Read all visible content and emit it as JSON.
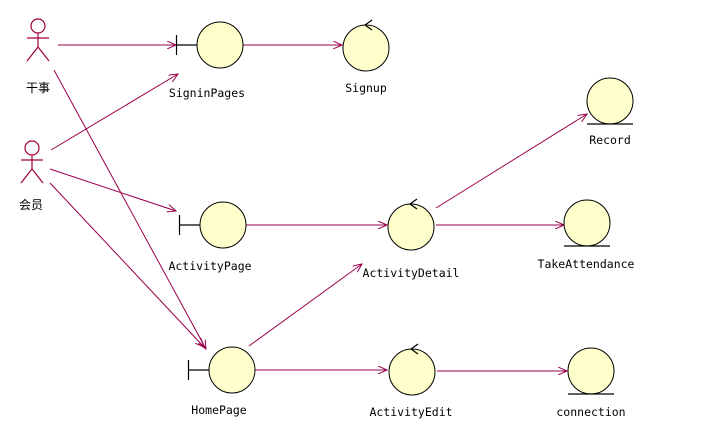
{
  "diagram": {
    "actors": [
      {
        "id": "ganshi",
        "label": "干事"
      },
      {
        "id": "huiyuan",
        "label": "会员"
      }
    ],
    "nodes": [
      {
        "id": "SigninPages",
        "label": "SigninPages",
        "kind": "boundary"
      },
      {
        "id": "Signup",
        "label": "Signup",
        "kind": "control"
      },
      {
        "id": "ActivityPage",
        "label": "ActivityPage",
        "kind": "boundary"
      },
      {
        "id": "ActivityDetail",
        "label": "ActivityDetail",
        "kind": "control"
      },
      {
        "id": "Record",
        "label": "Record",
        "kind": "entity"
      },
      {
        "id": "TakeAttendance",
        "label": "TakeAttendance",
        "kind": "entity"
      },
      {
        "id": "HomePage",
        "label": "HomePage",
        "kind": "boundary"
      },
      {
        "id": "ActivityEdit",
        "label": "ActivityEdit",
        "kind": "control"
      },
      {
        "id": "connection",
        "label": "connection",
        "kind": "entity"
      }
    ],
    "edges": [
      {
        "from": "ganshi",
        "to": "SigninPages"
      },
      {
        "from": "ganshi",
        "to": "HomePage"
      },
      {
        "from": "huiyuan",
        "to": "SigninPages"
      },
      {
        "from": "huiyuan",
        "to": "ActivityPage"
      },
      {
        "from": "huiyuan",
        "to": "HomePage"
      },
      {
        "from": "SigninPages",
        "to": "Signup"
      },
      {
        "from": "ActivityPage",
        "to": "ActivityDetail"
      },
      {
        "from": "ActivityDetail",
        "to": "Record"
      },
      {
        "from": "ActivityDetail",
        "to": "TakeAttendance"
      },
      {
        "from": "HomePage",
        "to": "ActivityDetail"
      },
      {
        "from": "HomePage",
        "to": "ActivityEdit"
      },
      {
        "from": "ActivityEdit",
        "to": "connection"
      }
    ]
  },
  "colors": {
    "edge": "#99004c",
    "node_fill": "#ffffcc",
    "actor": "#a00040"
  }
}
